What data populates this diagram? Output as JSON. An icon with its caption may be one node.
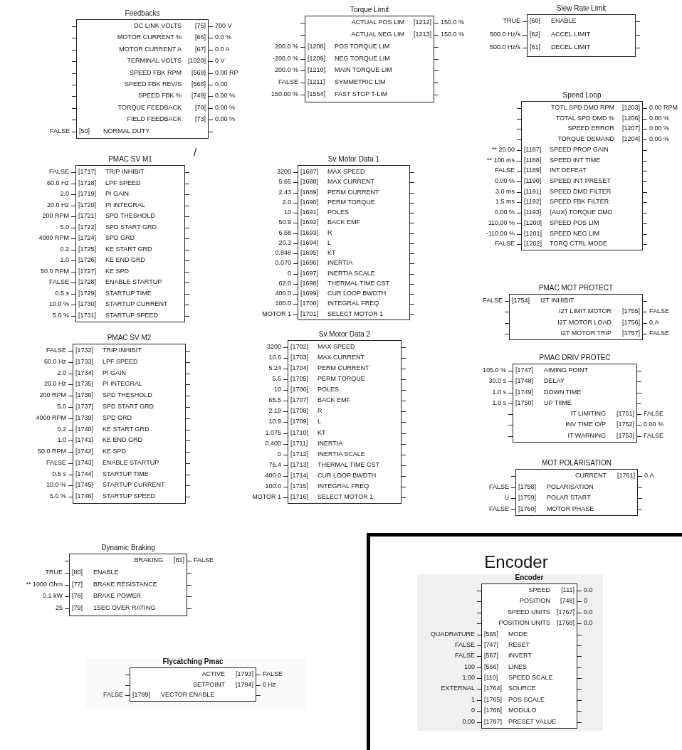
{
  "diagram": {
    "nodes": [
      {
        "text": [
          "Feedbacks"
        ]
      },
      {
        "text": [
          "DC LINK VOLTS",
          "[75]"
        ],
        "in": 0,
        "beside": [
          "700 V"
        ]
      },
      {
        "text": [
          "MOTOR CURRENT %",
          "[66]"
        ],
        "in": 0,
        "beside": [
          "0.0 %"
        ]
      },
      {
        "text": [
          "MOTOR CURRENT A",
          "[67]"
        ],
        "in": 0,
        "beside": [
          "0.0 A"
        ]
      },
      {
        "text": [
          "TERMINAL VOLTS",
          "[1020]"
        ],
        "in": 0,
        "beside": [
          "0 V"
        ]
      },
      {
        "text": [
          "SPEED FBK RPM",
          "[569]"
        ],
        "in": 0,
        "beside": [
          "0.00 RP"
        ]
      },
      {
        "text": [
          "SPEED FBK REV/S",
          "[568]"
        ],
        "in": 0,
        "beside": [
          "0.00"
        ]
      },
      {
        "text": [
          "SPEED FBK %",
          "[749]"
        ],
        "in": 0,
        "beside": [
          "0.00 %"
        ]
      },
      {
        "text": [
          "TORQUE FEEDBACK",
          "[70]"
        ],
        "in": 0,
        "beside": [
          "0.00 %"
        ]
      },
      {
        "text": [
          "FIELD FEEDBACK",
          "[73]"
        ],
        "in": 0,
        "beside": [
          "0.00 %"
        ]
      },
      {
        "text": [
          "[50]",
          "NORMAL DUTY"
        ],
        "in": 0,
        "beside": [
          "FALSE"
        ]
      },
      {
        "text": [
          "Torque Limit"
        ]
      },
      {
        "text": [
          "ACTUAL POS LIM",
          "[1212]"
        ],
        "in": 11,
        "beside": [
          "150.0 %"
        ]
      },
      {
        "text": [
          "ACTUAL NEG LIM",
          "[1213]"
        ],
        "in": 11,
        "beside": [
          "150.0 %"
        ]
      },
      {
        "text": [
          "[1208]",
          "POS TORQUE LIM"
        ],
        "in": 11,
        "beside": [
          "200.0 %"
        ]
      },
      {
        "text": [
          "[1209]",
          "NEG TORQUE LIM"
        ],
        "in": 11,
        "beside": [
          "-200.0 %"
        ]
      },
      {
        "text": [
          "[1210]",
          "MAIN TORQUE LIM"
        ],
        "in": 11,
        "beside": [
          "200.0 %"
        ]
      },
      {
        "text": [
          "[1211]",
          "SYMMETRIC LIM"
        ],
        "in": 11,
        "beside": [
          "FALSE"
        ]
      },
      {
        "text": [
          "[1554]",
          "FAST STOP T-LIM"
        ],
        "in": 11,
        "beside": [
          "150.00 %"
        ]
      },
      {
        "text": [
          "Slew Rate Limit"
        ]
      },
      {
        "text": [
          "[60]",
          "ENABLE"
        ],
        "in": 19,
        "beside": [
          "TRUE"
        ]
      },
      {
        "text": [
          "[62]",
          "ACCEL LIMIT"
        ],
        "in": 19,
        "beside": [
          "500.0 Hz/s"
        ]
      },
      {
        "text": [
          "[61]",
          "DECEL LIMIT"
        ],
        "in": 19,
        "beside": [
          "500.0 Hz/s"
        ]
      },
      {
        "text": [
          "Speed Loop"
        ]
      },
      {
        "text": [
          "TOTL SPD DMD RPM",
          "[1203]"
        ],
        "in": 23,
        "beside": [
          "0.00 RPM"
        ]
      },
      {
        "text": [
          "TOTAL SPD DMD %",
          "[1206]"
        ],
        "in": 23,
        "beside": [
          "0.00 %"
        ]
      },
      {
        "text": [
          "SPEED ERROR",
          "[1207]"
        ],
        "in": 23,
        "beside": [
          "0.00 %"
        ]
      },
      {
        "text": [
          "TORQUE DEMAND",
          "[1204]"
        ],
        "in": 23,
        "beside": [
          "0.00 %"
        ]
      },
      {
        "text": [
          "[1187]",
          "SPEED PROP GAIN"
        ],
        "in": 23,
        "beside": [
          "** 20.00"
        ]
      },
      {
        "text": [
          "[1188]",
          "SPEED INT TIME"
        ],
        "in": 23,
        "beside": [
          "** 100 ms"
        ]
      },
      {
        "text": [
          "[1189]",
          "INT DEFEAT"
        ],
        "in": 23,
        "beside": [
          "FALSE"
        ]
      },
      {
        "text": [
          "[1190]",
          "SPEED INT PRESET"
        ],
        "in": 23,
        "beside": [
          "0.00 %"
        ]
      },
      {
        "text": [
          "[1191]",
          "SPEED DMD FILTER"
        ],
        "in": 23,
        "beside": [
          "3.0 ms"
        ]
      },
      {
        "text": [
          "[1192]",
          "SPEED FBK FILTER"
        ],
        "in": 23,
        "beside": [
          "1.5 ms"
        ]
      },
      {
        "text": [
          "[1193]",
          "(AUX) TORQUE DMD"
        ],
        "in": 23,
        "beside": [
          "0.00 %"
        ]
      },
      {
        "text": [
          "[1200]",
          "SPEED POS LIM"
        ],
        "in": 23,
        "beside": [
          "110.00 %"
        ]
      },
      {
        "text": [
          "[1201]",
          "SPEED NEG LIM"
        ],
        "in": 23,
        "beside": [
          "-110.00 %"
        ]
      },
      {
        "text": [
          "[1202]",
          "TORQ CTRL MODE"
        ],
        "in": 23,
        "beside": [
          "FALSE"
        ]
      },
      {
        "text": [
          "PMAC SV M1"
        ]
      },
      {
        "text": [
          "[1717]",
          "TRIP INHIBIT"
        ],
        "in": 38,
        "beside": [
          "FALSE"
        ]
      },
      {
        "text": [
          "[1718]",
          "LPF SPEED"
        ],
        "in": 38,
        "beside": [
          "60.0 Hz"
        ]
      },
      {
        "text": [
          "[1719]",
          "PI GAIN"
        ],
        "in": 38,
        "beside": [
          "2.0"
        ]
      },
      {
        "text": [
          "[1720]",
          "PI INTEGRAL"
        ],
        "in": 38,
        "beside": [
          "20.0 Hz"
        ]
      },
      {
        "text": [
          "[1721]",
          "SPD THESHOLD"
        ],
        "in": 38,
        "beside": [
          "200 RPM"
        ]
      },
      {
        "text": [
          "[1722]",
          "SPD START GRD"
        ],
        "in": 38,
        "beside": [
          "5.0"
        ]
      },
      {
        "text": [
          "[1724]",
          "SPD GRD"
        ],
        "in": 38,
        "beside": [
          "4000 RPM"
        ]
      },
      {
        "text": [
          "[1725]",
          "KE START GRD"
        ],
        "in": 38,
        "beside": [
          "0.2"
        ]
      },
      {
        "text": [
          "[1726]",
          "KE END GRD"
        ],
        "in": 38,
        "beside": [
          "1.0"
        ]
      },
      {
        "text": [
          "[1727]",
          "KE SPD"
        ],
        "in": 38,
        "beside": [
          "50.0 RPM"
        ]
      },
      {
        "text": [
          "[1728]",
          "ENABLE STARTUP"
        ],
        "in": 38,
        "beside": [
          "FALSE"
        ]
      },
      {
        "text": [
          "[1729]",
          "STARTUP TIME"
        ],
        "in": 38,
        "beside": [
          "0.5 s"
        ]
      },
      {
        "text": [
          "[1730]",
          "STARTUP CURRENT"
        ],
        "in": 38,
        "beside": [
          "10.0 %"
        ]
      },
      {
        "text": [
          "[1731]",
          "STARTUP SPEED"
        ],
        "in": 38,
        "beside": [
          "5.0 %"
        ]
      },
      {
        "text": [
          "Sv Motor Data 1"
        ]
      },
      {
        "text": [
          "[1687]",
          "MAX SPEED"
        ],
        "in": 53,
        "beside": [
          "3200"
        ]
      },
      {
        "text": [
          "[1688]",
          "MAX CURRENT"
        ],
        "in": 53,
        "beside": [
          "5.65"
        ]
      },
      {
        "text": [
          "[1689]",
          "PERM CURRENT"
        ],
        "in": 53,
        "beside": [
          "2.43"
        ]
      },
      {
        "text": [
          "[1690]",
          "PERM TORQUE"
        ],
        "in": 53,
        "beside": [
          "2.0"
        ]
      },
      {
        "text": [
          "[1691]",
          "POLES"
        ],
        "in": 53,
        "beside": [
          "10"
        ]
      },
      {
        "text": [
          "[1692]",
          "BACK EMF"
        ],
        "in": 53,
        "beside": [
          "50.9"
        ]
      },
      {
        "text": [
          "[1693]",
          "R"
        ],
        "in": 53,
        "beside": [
          "6.58"
        ]
      },
      {
        "text": [
          "[1694]",
          "L"
        ],
        "in": 53,
        "beside": [
          "20.3"
        ]
      },
      {
        "text": [
          "[1695]",
          "KT"
        ],
        "in": 53,
        "beside": [
          "0.848"
        ]
      },
      {
        "text": [
          "[1696]",
          "INERTIA"
        ],
        "in": 53,
        "beside": [
          "0.070"
        ]
      },
      {
        "text": [
          "[1697]",
          "INERTIA SCALE"
        ],
        "in": 53,
        "beside": [
          "0"
        ]
      },
      {
        "text": [
          "[1698]",
          "THERMAL TIME CST"
        ],
        "in": 53,
        "beside": [
          "62.0"
        ]
      },
      {
        "text": [
          "[1699]",
          "CUR LOOP BWDTH"
        ],
        "in": 53,
        "beside": [
          "400.0"
        ]
      },
      {
        "text": [
          "[1700]",
          "INTEGRAL FREQ"
        ],
        "in": 53,
        "beside": [
          "100.0"
        ]
      },
      {
        "text": [
          "[1701]",
          "SELECT MOTOR 1"
        ],
        "in": 53,
        "beside": [
          "MOTOR 1"
        ]
      },
      {
        "text": [
          "PMAC SV M2"
        ]
      },
      {
        "text": [
          "[1732]",
          "TRIP INHIBIT"
        ],
        "in": 69,
        "beside": [
          "FALSE"
        ]
      },
      {
        "text": [
          "[1733]",
          "LPF SPEED"
        ],
        "in": 69,
        "beside": [
          "60.0 Hz"
        ]
      },
      {
        "text": [
          "[1734]",
          "PI GAIN"
        ],
        "in": 69,
        "beside": [
          "2.0"
        ]
      },
      {
        "text": [
          "[1735]",
          "PI INTEGRAL"
        ],
        "in": 69,
        "beside": [
          "20.0 Hz"
        ]
      },
      {
        "text": [
          "[1736]",
          "SPD THESHOLD"
        ],
        "in": 69,
        "beside": [
          "200 RPM"
        ]
      },
      {
        "text": [
          "[1737]",
          "SPD START GRD"
        ],
        "in": 69,
        "beside": [
          "5.0"
        ]
      },
      {
        "text": [
          "[1739]",
          "SPD GRD"
        ],
        "in": 69,
        "beside": [
          "4000 RPM"
        ]
      },
      {
        "text": [
          "[1740]",
          "KE START GRD"
        ],
        "in": 69,
        "beside": [
          "0.2"
        ]
      },
      {
        "text": [
          "[1741]",
          "KE END GRD"
        ],
        "in": 69,
        "beside": [
          "1.0"
        ]
      },
      {
        "text": [
          "[1742]",
          "KE SPD"
        ],
        "in": 69,
        "beside": [
          "50.0 RPM"
        ]
      },
      {
        "text": [
          "[1743]",
          "ENABLE STARTUP"
        ],
        "in": 69,
        "beside": [
          "FALSE"
        ]
      },
      {
        "text": [
          "[1744]",
          "STARTUP TIME"
        ],
        "in": 69,
        "beside": [
          "0.5 s"
        ]
      },
      {
        "text": [
          "[1745]",
          "STARTUP CURRENT"
        ],
        "in": 69,
        "beside": [
          "10.0 %"
        ]
      },
      {
        "text": [
          "[1746]",
          "STARTUP SPEED"
        ],
        "in": 69,
        "beside": [
          "5.0 %"
        ]
      },
      {
        "text": [
          "Sv Motor Data 2"
        ]
      },
      {
        "text": [
          "[1702]",
          "MAX SPEED"
        ],
        "in": 84,
        "beside": [
          "3200"
        ]
      },
      {
        "text": [
          "[1703]",
          "MAX CURRENT"
        ],
        "in": 84,
        "beside": [
          "10.6"
        ]
      },
      {
        "text": [
          "[1704]",
          "PERM CURRENT"
        ],
        "in": 84,
        "beside": [
          "5.24"
        ]
      },
      {
        "text": [
          "[1705]",
          "PERM TORQUE"
        ],
        "in": 84,
        "beside": [
          "5.5"
        ]
      },
      {
        "text": [
          "[1706]",
          "POLES"
        ],
        "in": 84,
        "beside": [
          "10"
        ]
      },
      {
        "text": [
          "[1707]",
          "BACK EMF"
        ],
        "in": 84,
        "beside": [
          "65.5"
        ]
      },
      {
        "text": [
          "[1708]",
          "R"
        ],
        "in": 84,
        "beside": [
          "2.19"
        ]
      },
      {
        "text": [
          "[1709]",
          "L"
        ],
        "in": 84,
        "beside": [
          "10.9"
        ]
      },
      {
        "text": [
          "[1710]",
          "KT"
        ],
        "in": 84,
        "beside": [
          "1.075"
        ]
      },
      {
        "text": [
          "[1711]",
          "INERTIA"
        ],
        "in": 84,
        "beside": [
          "0.400"
        ]
      },
      {
        "text": [
          "[1712]",
          "INERTIA SCALE"
        ],
        "in": 84,
        "beside": [
          "0"
        ]
      },
      {
        "text": [
          "[1713]",
          "THERMAL TIME CST"
        ],
        "in": 84,
        "beside": [
          "76.4"
        ]
      },
      {
        "text": [
          "[1714]",
          "CUR LOOP BWDTH"
        ],
        "in": 84,
        "beside": [
          "400.0"
        ]
      },
      {
        "text": [
          "[1715]",
          "INTEGRAL FREQ"
        ],
        "in": 84,
        "beside": [
          "100.0"
        ]
      },
      {
        "text": [
          "[1716]",
          "SELECT MOTOR 1"
        ],
        "in": 84,
        "beside": [
          "MOTOR 1"
        ]
      },
      {
        "text": [
          "PMAC MOT PROTECT"
        ]
      },
      {
        "text": [
          "[1754]",
          "I2T INHIBIT"
        ],
        "in": 100,
        "beside": [
          "FALSE"
        ]
      },
      {
        "text": [
          "I2T LIMIT MOTOR",
          "[1755]"
        ],
        "in": 100,
        "beside": [
          "FALSE"
        ]
      },
      {
        "text": [
          "I2T MOTOR LOAD",
          "[1756]"
        ],
        "in": 100,
        "beside": [
          "0.A"
        ]
      },
      {
        "text": [
          "I2T MOTOR TRIP",
          "[1757]"
        ],
        "in": 100,
        "beside": [
          "FALSE"
        ]
      },
      {
        "text": [
          "PMAC DRIV PROTEC"
        ]
      },
      {
        "text": [
          "[1747]",
          "AIMING POINT"
        ],
        "in": 105,
        "beside": [
          "105.0 %"
        ]
      },
      {
        "text": [
          "[1748]",
          "DELAY"
        ],
        "in": 105,
        "beside": [
          "30.0 s"
        ]
      },
      {
        "text": [
          "[1749]",
          "DOWN TIME"
        ],
        "in": 105,
        "beside": [
          "1.0 s"
        ]
      },
      {
        "text": [
          "[1750]",
          "UP TIIME"
        ],
        "in": 105,
        "beside": [
          "1.0 s"
        ]
      },
      {
        "text": [
          "IT LIMITING",
          "[1751]"
        ],
        "in": 105,
        "beside": [
          "FALSE"
        ]
      },
      {
        "text": [
          "INV TIME O/P",
          "[1752]"
        ],
        "in": 105,
        "beside": [
          "0.00 %"
        ]
      },
      {
        "text": [
          "IT WARNING",
          "[1753]"
        ],
        "in": 105,
        "beside": [
          "FALSE"
        ]
      },
      {
        "text": [
          "MOT POLARISATION"
        ]
      },
      {
        "text": [
          "CURRENT",
          "[1761]"
        ],
        "in": 113,
        "beside": [
          "0.A"
        ]
      },
      {
        "text": [
          "[1758]",
          "POLARISATION"
        ],
        "in": 113,
        "beside": [
          "FALSE"
        ]
      },
      {
        "text": [
          "[1759]",
          "POLAR START"
        ],
        "in": 113,
        "beside": [
          "U"
        ]
      },
      {
        "text": [
          "[1760]",
          "MOTOR PHASE"
        ],
        "in": 113,
        "beside": [
          "FALSE"
        ]
      },
      {
        "text": [
          "Dynamic Braking"
        ]
      },
      {
        "text": [
          "BRAKING",
          "[81]"
        ],
        "in": 118,
        "beside": [
          "FALSE"
        ]
      },
      {
        "text": [
          "[80]",
          "ENABLE"
        ],
        "in": 118,
        "beside": [
          "TRUE"
        ]
      },
      {
        "text": [
          "[77]",
          "BRAKE RESISTANCE"
        ],
        "in": 118,
        "beside": [
          "** 1000 Ohm"
        ]
      },
      {
        "text": [
          "[78]",
          "BRAKE POWER"
        ],
        "in": 118,
        "beside": [
          "0.1 kW"
        ]
      },
      {
        "text": [
          "[79]",
          "1SEC OVER RATING"
        ],
        "in": 118,
        "beside": [
          "25"
        ]
      },
      {
        "text": [
          "Flycatching Pmac"
        ]
      },
      {
        "text": [
          "ACTIVE",
          "[1793]"
        ],
        "in": 124,
        "beside": [
          "FALSE"
        ]
      },
      {
        "text": [
          "SETPOINT",
          "[1794]"
        ],
        "in": 124,
        "beside": [
          "0 Hz"
        ]
      },
      {
        "text": [
          "[1789]",
          "VECTOR ENABLE"
        ],
        "in": 124,
        "beside": [
          "FALSE"
        ]
      },
      {
        "text": [
          "Encoder"
        ]
      },
      {
        "text": [
          "Encoder"
        ],
        "in": 128
      },
      {
        "text": [
          "SPEED",
          "[111]"
        ],
        "in": 129,
        "beside": [
          "0.0"
        ]
      },
      {
        "text": [
          "POSITION",
          "[748]"
        ],
        "in": 129,
        "beside": [
          "0"
        ]
      },
      {
        "text": [
          "SPEED UNITS",
          "[1767]"
        ],
        "in": 129,
        "beside": [
          "0.0"
        ]
      },
      {
        "text": [
          "POSITION UNITS",
          "[1768]"
        ],
        "in": 129,
        "beside": [
          "0.0"
        ]
      },
      {
        "text": [
          "[565]",
          "MODE"
        ],
        "in": 129,
        "beside": [
          "QUADRATURE"
        ]
      },
      {
        "text": [
          "[747]",
          "RESET"
        ],
        "in": 129,
        "beside": [
          "FALSE"
        ]
      },
      {
        "text": [
          "[567]",
          "INVERT"
        ],
        "in": 129,
        "beside": [
          "FALSE"
        ]
      },
      {
        "text": [
          "[566]",
          "LINES"
        ],
        "in": 129,
        "beside": [
          "100"
        ]
      },
      {
        "text": [
          "[110]",
          "SPEED SCALE"
        ],
        "in": 129,
        "beside": [
          "1.00"
        ]
      },
      {
        "text": [
          "[1764]",
          "SOURCE"
        ],
        "in": 129,
        "beside": [
          "EXTERNAL"
        ]
      },
      {
        "text": [
          "[1765]",
          "POS SCALE"
        ],
        "in": 129,
        "beside": [
          "1"
        ]
      },
      {
        "text": [
          "[1766]",
          "MODULO"
        ],
        "in": 129,
        "beside": [
          "0"
        ]
      },
      {
        "text": [
          "[1787]",
          "PRESET VALUE"
        ],
        "in": 129,
        "beside": [
          "0.00"
        ]
      }
    ],
    "labels": [
      "/"
    ]
  }
}
